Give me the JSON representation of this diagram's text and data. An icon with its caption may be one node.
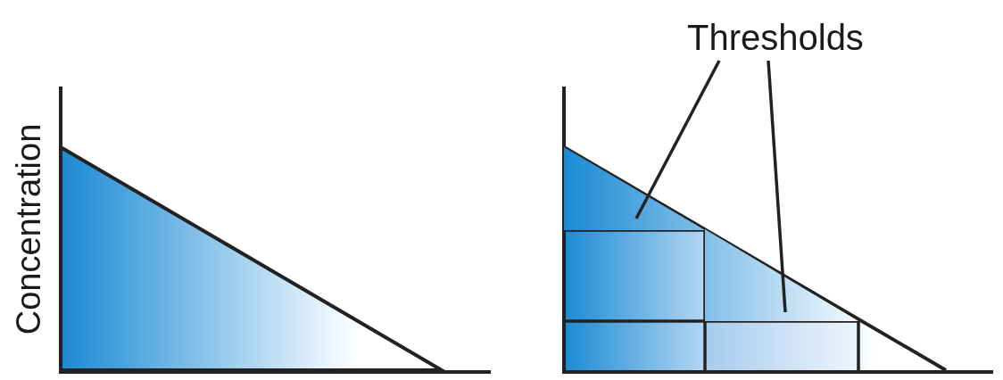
{
  "diagram": {
    "nodes": [
      {
        "text": [
          "Thresholds"
        ]
      },
      {
        "text": [],
        "shape": "box"
      },
      {
        "text": [],
        "shape": "box"
      }
    ],
    "edges": [
      {
        "from": 0,
        "to": 1,
        "arrow": "none"
      },
      {
        "from": 0,
        "to": 2,
        "arrow": "none"
      }
    ],
    "labels": [
      "Concentration"
    ]
  }
}
